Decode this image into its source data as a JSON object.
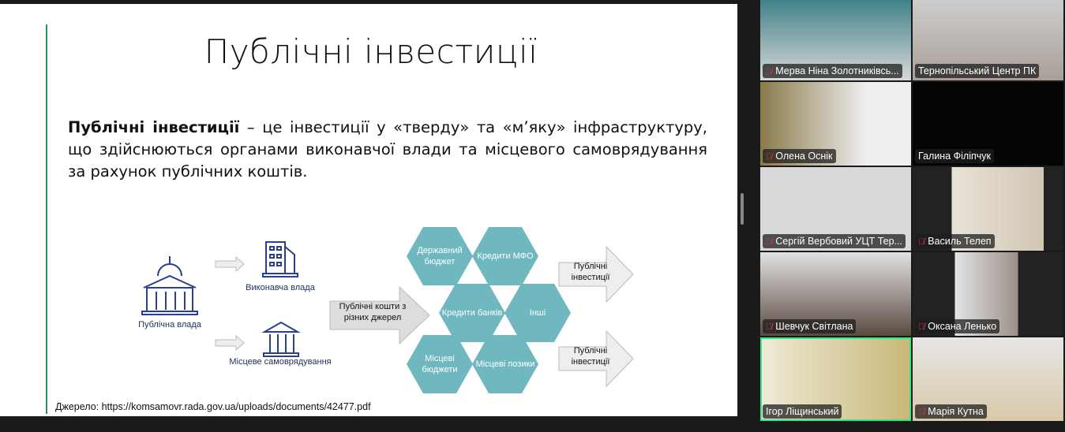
{
  "slide": {
    "title": "Публічні інвестиції",
    "definition_bold": "Публічні інвестиції",
    "definition_rest": " – це інвестиції у «тверду» та «м’яку» інфраструктуру, що здійснюються органами виконавчої влади та місцевого самоврядування за рахунок публічних коштів.",
    "diagram": {
      "public_authority": "Публічна влада",
      "executive": "Виконавча влада",
      "local_gov": "Місцеве самоврядування",
      "funds_arrow": "Публічні кошти з різних джерел",
      "hexes": [
        "Державний бюджет",
        "Кредити МФО",
        "Кредити банків",
        "Інші",
        "Місцеві бюджети",
        "Місцеві позики"
      ],
      "out_arrows": [
        "Публічні інвестиції",
        "Публічні інвестиції"
      ]
    },
    "source": "Джерело: https://komsamovr.rada.gov.ua/uploads/documents/42477.pdf"
  },
  "participants": [
    {
      "name": "Мерва Ніна Золотниківсь...",
      "muted": true
    },
    {
      "name": "Тернопільський Центр ПК",
      "muted": false
    },
    {
      "name": "Олена Оснік",
      "muted": true
    },
    {
      "name": "Галина Філіпчук",
      "muted": false
    },
    {
      "name": "Сергій Вербовий УЦТ Тер...",
      "muted": true
    },
    {
      "name": "Василь Телеп",
      "muted": true
    },
    {
      "name": "Шевчук Світлана",
      "muted": true
    },
    {
      "name": "Оксана Ленько",
      "muted": true
    },
    {
      "name": "Ігор Ліщинський",
      "muted": false
    },
    {
      "name": "Марія Кутна",
      "muted": true
    }
  ],
  "colors": {
    "hex": "#6fb8bf",
    "active_speaker": "#2ee88a",
    "accent_line": "#2f8f5a"
  }
}
